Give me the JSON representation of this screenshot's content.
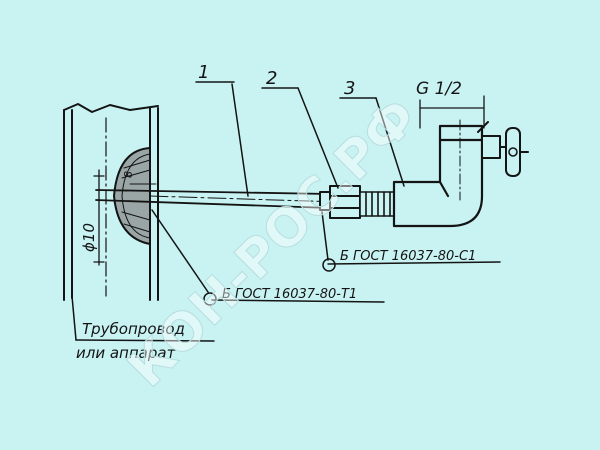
{
  "labels": {
    "part_1": "1",
    "part_2": "2",
    "part_3": "3",
    "thread": "G 1/2",
    "diameter": "ϕ10",
    "dim_8": "8",
    "gost_c1": "Б ГОСТ 16037-80-С1",
    "gost_t1": "Б ГОСТ 16037-80-Т1",
    "pipeline_line1": "Трубопровод",
    "pipeline_line2": "или аппарат"
  },
  "watermark": "КОН-РОС.РФ",
  "colors": {
    "background": "#c9f2f2",
    "ink": "#141414"
  }
}
